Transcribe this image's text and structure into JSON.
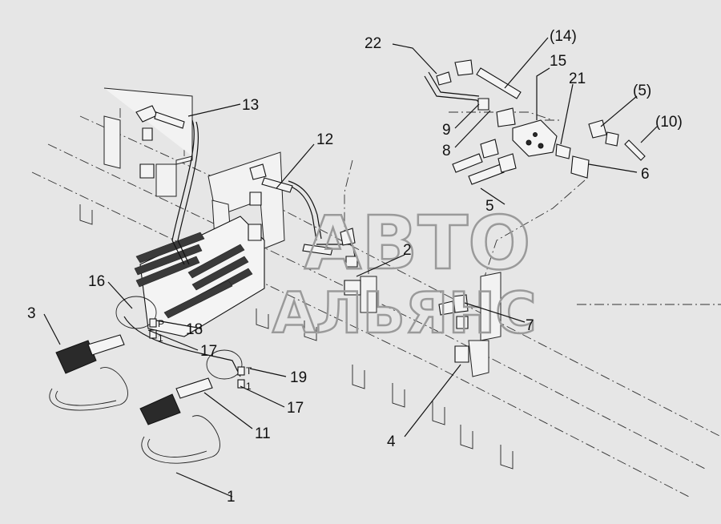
{
  "watermark": {
    "line1": "АВТО",
    "line2": "АЛЬЯНС"
  },
  "callouts": {
    "c1": "1",
    "c2": "2",
    "c3": "3",
    "c4": "4",
    "c5": "5",
    "c6": "6",
    "c7": "7",
    "c8": "8",
    "c9": "9",
    "c11": "11",
    "c12": "12",
    "c13": "13",
    "c15": "15",
    "c16": "16",
    "c17a": "17",
    "c17b": "17",
    "c18": "18",
    "c19": "19",
    "c21": "21",
    "c22": "22",
    "c5p": "(5)",
    "c10p": "(10)",
    "c14p": "(14)"
  },
  "tags": {
    "p": "P",
    "p1": "1",
    "t": "T",
    "t1": "1"
  }
}
